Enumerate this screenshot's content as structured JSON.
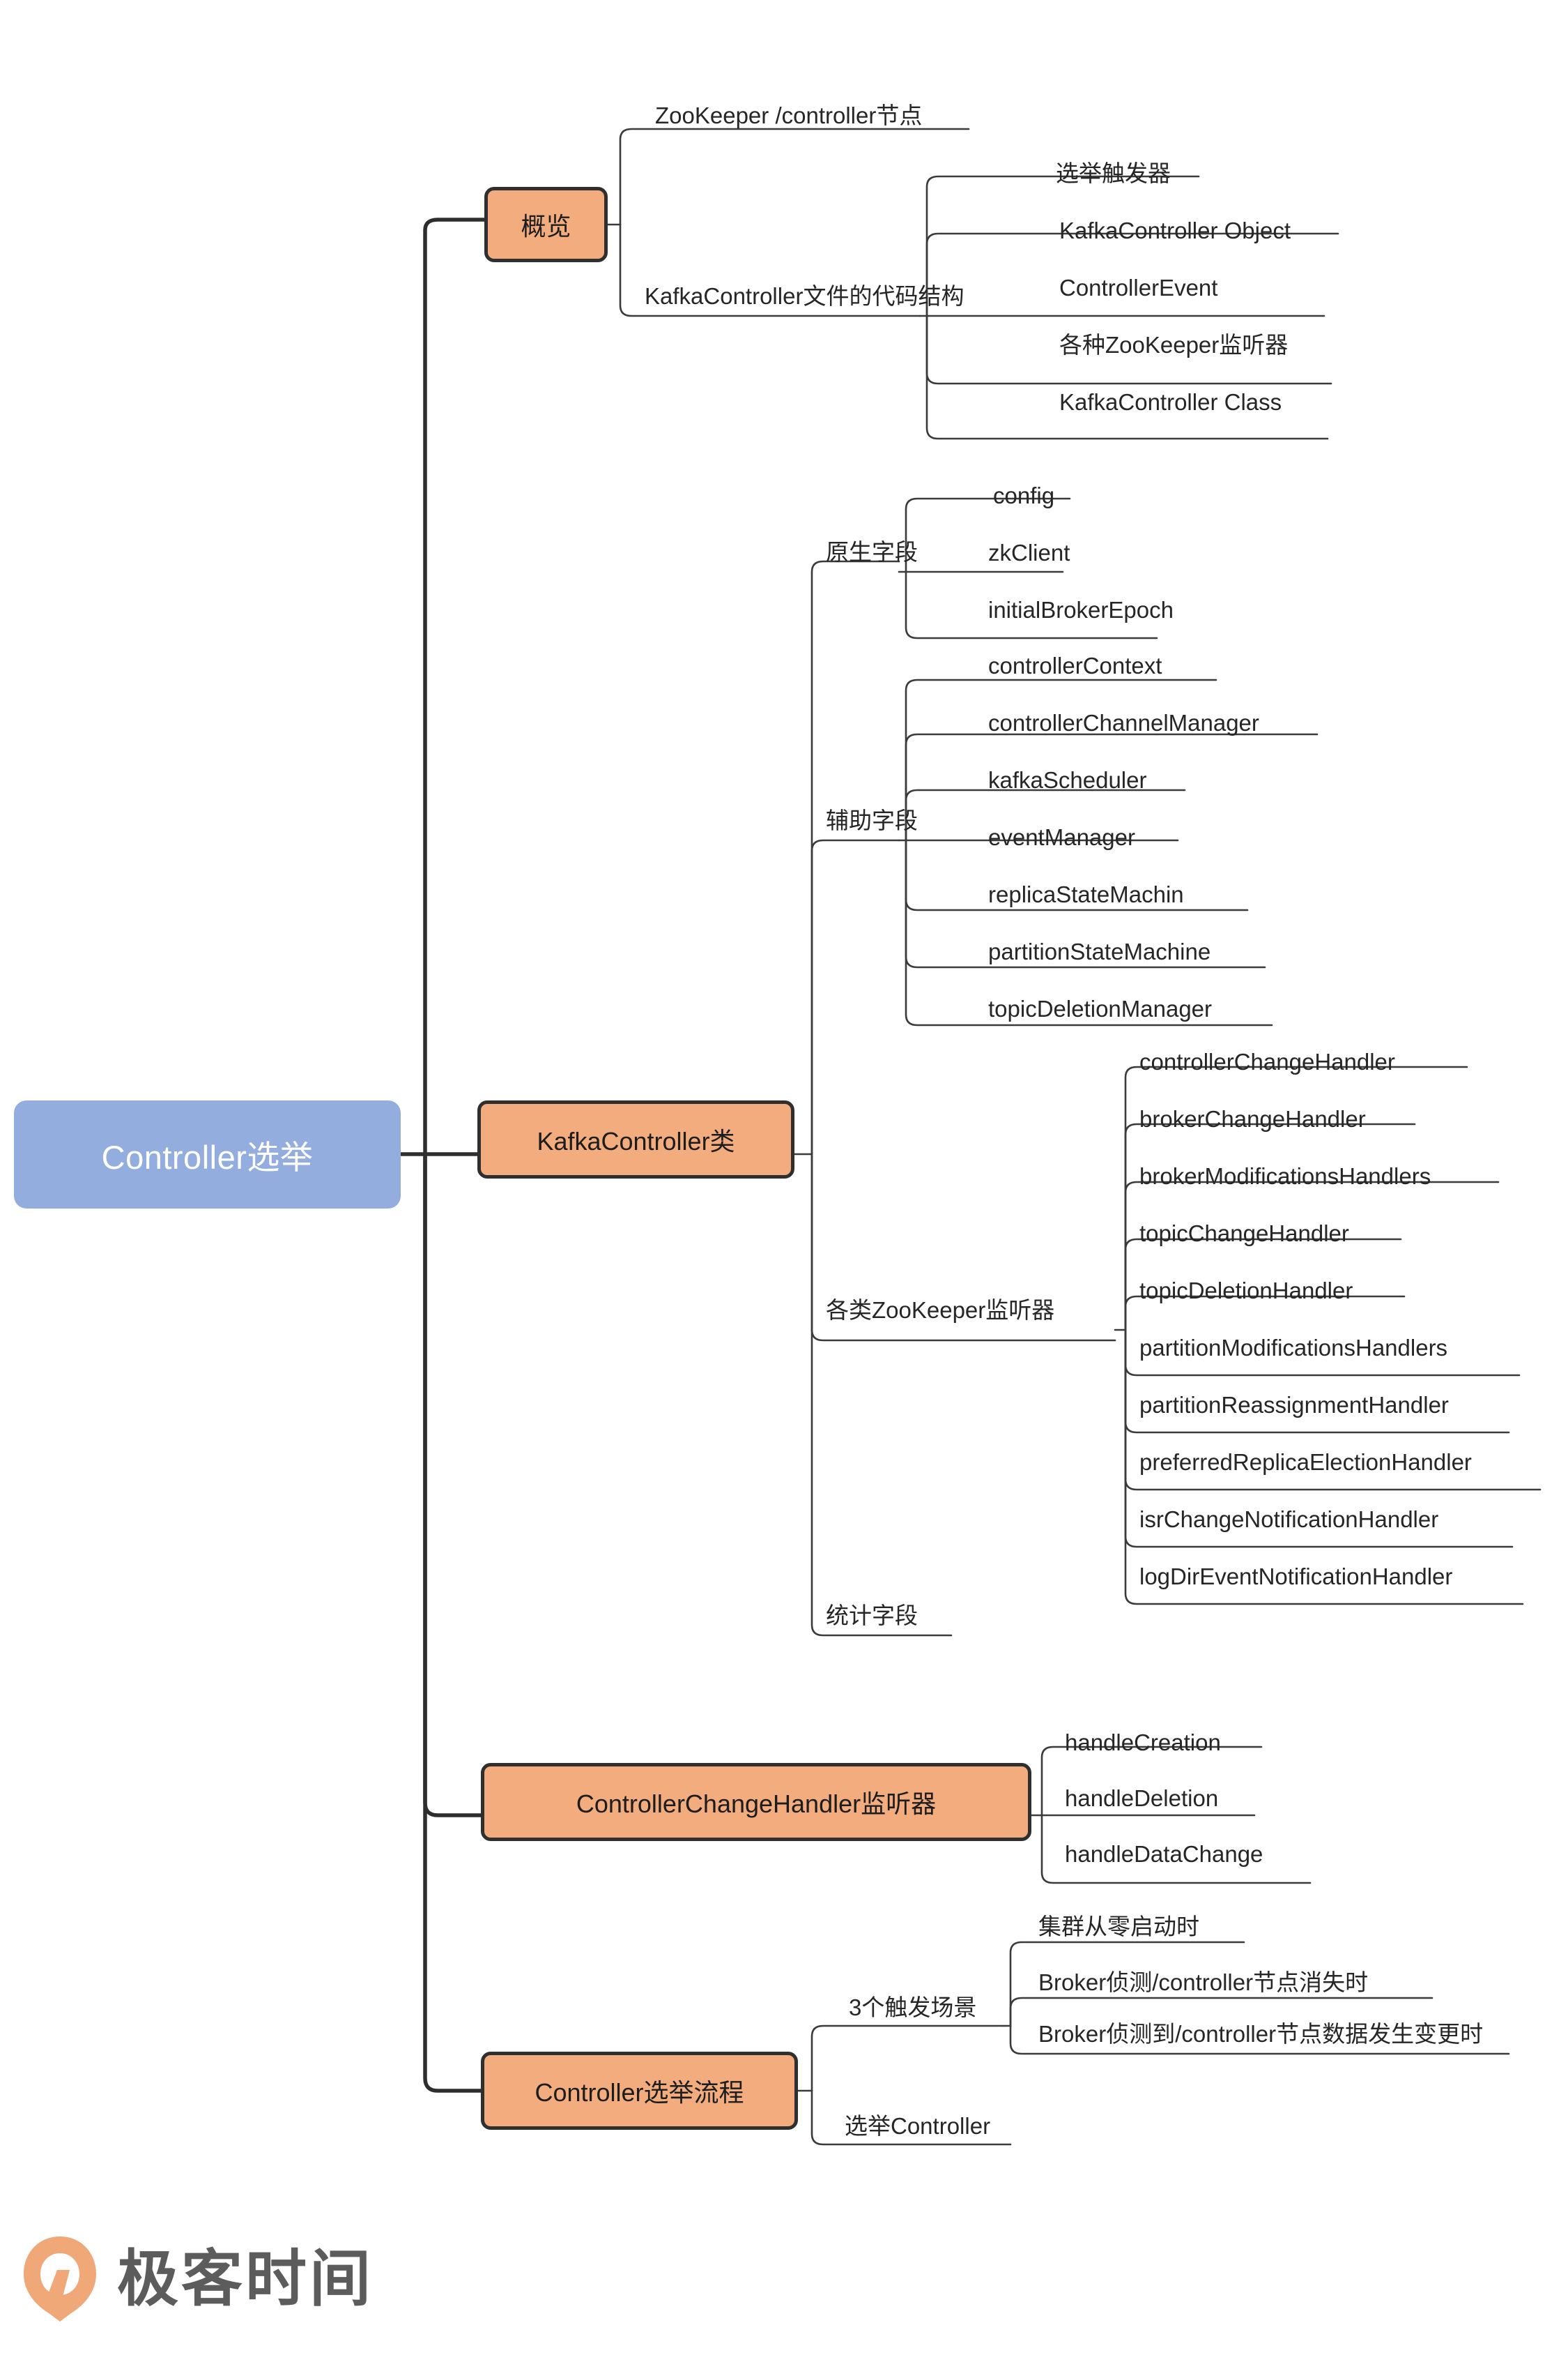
{
  "colors": {
    "root_fill": "#93aede",
    "root_text": "#ffffff",
    "topic_fill": "#f2ac7e",
    "topic_border": "#2f2f2f",
    "line": "#3b3b3b",
    "leaf_text": "#262626",
    "logo_mark": "#f0a878",
    "logo_text": "#5c5c5c"
  },
  "root": {
    "label": "Controller选举"
  },
  "branches": [
    {
      "id": "overview",
      "label": "概览",
      "children": [
        {
          "label": "ZooKeeper /controller节点",
          "children": []
        },
        {
          "label": "KafkaController文件的代码结构",
          "children": [
            {
              "label": "选举触发器"
            },
            {
              "label": "KafkaController Object"
            },
            {
              "label": "ControllerEvent"
            },
            {
              "label": "各种ZooKeeper监听器"
            },
            {
              "label": "KafkaController Class"
            }
          ]
        }
      ]
    },
    {
      "id": "kafkacontroller-class",
      "label": "KafkaController类",
      "children": [
        {
          "label": "原生字段",
          "children": [
            {
              "label": "config"
            },
            {
              "label": "zkClient"
            },
            {
              "label": "initialBrokerEpoch"
            }
          ]
        },
        {
          "label": "辅助字段",
          "children": [
            {
              "label": "controllerContext"
            },
            {
              "label": "controllerChannelManager"
            },
            {
              "label": "kafkaScheduler"
            },
            {
              "label": "eventManager"
            },
            {
              "label": "replicaStateMachin"
            },
            {
              "label": "partitionStateMachine"
            },
            {
              "label": "topicDeletionManager"
            }
          ]
        },
        {
          "label": "各类ZooKeeper监听器",
          "children": [
            {
              "label": "controllerChangeHandler"
            },
            {
              "label": "brokerChangeHandler"
            },
            {
              "label": "brokerModificationsHandlers"
            },
            {
              "label": "topicChangeHandler"
            },
            {
              "label": "topicDeletionHandler"
            },
            {
              "label": "partitionModificationsHandlers"
            },
            {
              "label": "partitionReassignmentHandler"
            },
            {
              "label": "preferredReplicaElectionHandler"
            },
            {
              "label": "isrChangeNotificationHandler"
            },
            {
              "label": "logDirEventNotificationHandler"
            }
          ]
        },
        {
          "label": "统计字段",
          "children": []
        }
      ]
    },
    {
      "id": "controllerchangehandler",
      "label": "ControllerChangeHandler监听器",
      "children": [
        {
          "label": "handleCreation"
        },
        {
          "label": "handleDeletion"
        },
        {
          "label": "handleDataChange"
        }
      ]
    },
    {
      "id": "election-flow",
      "label": "Controller选举流程",
      "children": [
        {
          "label": "3个触发场景",
          "children": [
            {
              "label": "集群从零启动时"
            },
            {
              "label": "Broker侦测/controller节点消失时"
            },
            {
              "label": "Broker侦测到/controller节点数据发生变更时"
            }
          ]
        },
        {
          "label": "选举Controller",
          "children": []
        }
      ]
    }
  ],
  "footer": {
    "brand": "极客时间",
    "logo_name": "geektime-logo"
  }
}
